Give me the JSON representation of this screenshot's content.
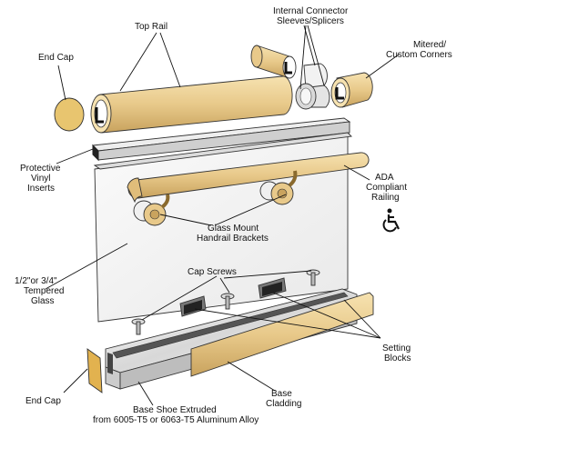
{
  "labels": {
    "top_rail": "Top Rail",
    "internal_connector_1": "Internal Connector",
    "internal_connector_2": "Sleeves/Splicers",
    "mitered_1": "Mitered/",
    "mitered_2": "Custom Corners",
    "end_cap_top": "End Cap",
    "protective_1": "Protective",
    "protective_2": "Vinyl",
    "protective_3": "Inserts",
    "ada_1": "ADA",
    "ada_2": "Compliant",
    "ada_3": "Railing",
    "bracket_1": "Glass Mount",
    "bracket_2": "Handrail Brackets",
    "glass_1": "1/2\"or 3/4\"",
    "glass_2": "Tempered",
    "glass_3": "Glass",
    "cap_screws": "Cap Screws",
    "setting_1": "Setting",
    "setting_2": "Blocks",
    "end_cap_bottom": "End Cap",
    "base_shoe_1": "Base Shoe Extruded",
    "base_shoe_2": "from 6005-T5 or 6063-T5 Aluminum Alloy",
    "cladding_1": "Base",
    "cladding_2": "Cladding"
  },
  "colors": {
    "wood": "#e8c98a",
    "wood_dark": "#c9a35e",
    "aluminum": "#e6e6e6",
    "glass": "#f2f2f2",
    "vinyl": "#222222"
  },
  "icons": [
    "wheelchair-icon"
  ]
}
